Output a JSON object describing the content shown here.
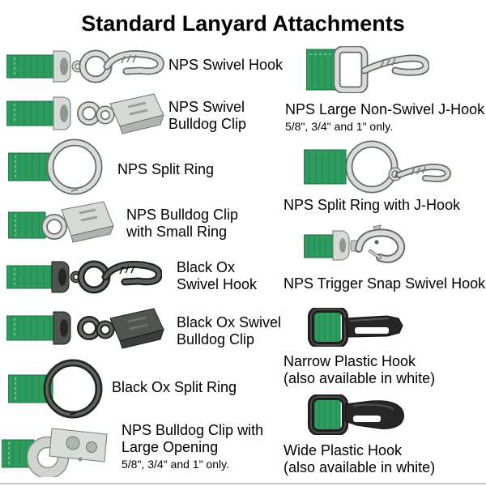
{
  "title": "Standard Lanyard Attachments",
  "colors": {
    "webbing_green": "#2E9C5E",
    "metal_silver": "#D6DAD6",
    "black_ox": "#50554F",
    "plastic_black": "#262626"
  },
  "items": [
    {
      "line1": "NPS Swivel Hook"
    },
    {
      "line1": "NPS Swivel",
      "line2": "Bulldog Clip"
    },
    {
      "line1": "NPS Split Ring"
    },
    {
      "line1": "NPS Bulldog Clip",
      "line2": "with Small Ring"
    },
    {
      "line1": "Black Ox",
      "line2": "Swivel Hook"
    },
    {
      "line1": "Black Ox Swivel",
      "line2": "Bulldog Clip"
    },
    {
      "line1": "Black Ox Split Ring"
    },
    {
      "line1": "NPS Bulldog Clip with",
      "line2": "Large Opening",
      "note": "5/8\", 3/4\" and 1\" only."
    },
    {
      "line1": "NPS Large Non-Swivel J-Hook",
      "note": "5/8\", 3/4\" and 1\" only."
    },
    {
      "line1": "NPS Split Ring with J-Hook"
    },
    {
      "line1": "NPS Trigger Snap Swivel Hook"
    },
    {
      "line1": "Narrow Plastic Hook",
      "line2": "(also available in white)"
    },
    {
      "line1": "Wide Plastic Hook",
      "line2": "(also available in white)"
    }
  ]
}
